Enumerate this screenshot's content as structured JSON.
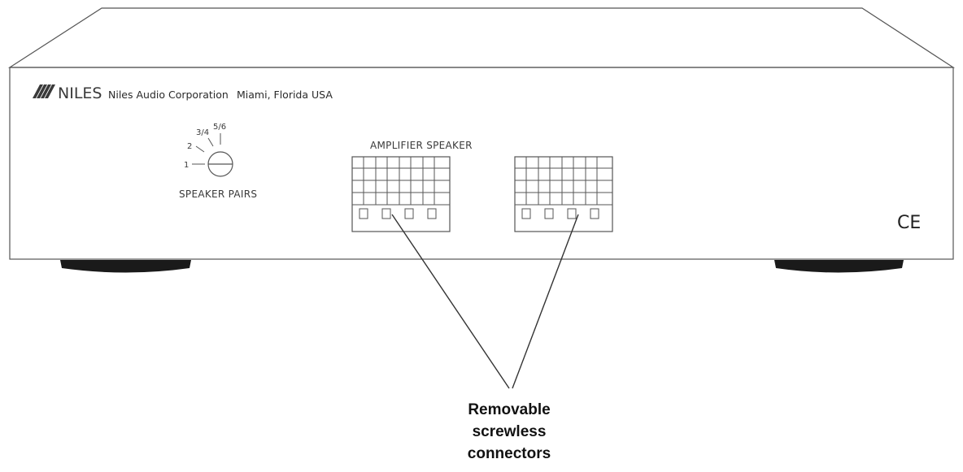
{
  "brand": {
    "wordmark": "NILES",
    "company": "Niles Audio Corporation",
    "location": "Miami, Florida USA"
  },
  "selector": {
    "positions": [
      "1",
      "2",
      "3/4",
      "5/6"
    ],
    "label": "SPEAKER PAIRS"
  },
  "connectors": {
    "label": "AMPLIFIER SPEAKER"
  },
  "certification": {
    "mark": "CE"
  },
  "callout": {
    "lines": [
      "Removable",
      "screwless",
      "connectors"
    ]
  },
  "colors": {
    "line": "#555555",
    "feet": "#1a1a1a",
    "text": "#111111"
  }
}
